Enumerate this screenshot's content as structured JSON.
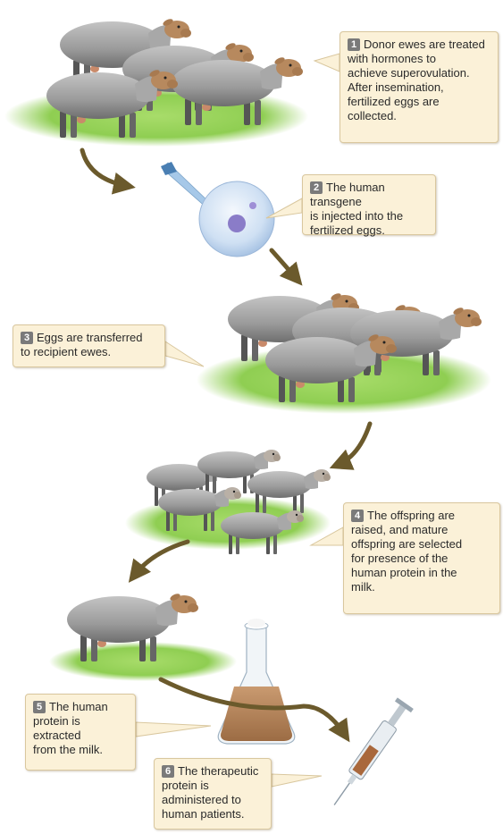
{
  "steps": [
    {
      "number": "1",
      "lines": [
        "Donor ewes are treated",
        "with hormones to",
        "achieve superovulation.",
        "After insemination,",
        "fertilized eggs are",
        "collected."
      ]
    },
    {
      "number": "2",
      "lines": [
        "The human transgene",
        "is injected into the",
        "fertilized eggs."
      ]
    },
    {
      "number": "3",
      "lines": [
        "Eggs are transferred",
        "to recipient ewes."
      ]
    },
    {
      "number": "4",
      "lines": [
        "The offspring are",
        "raised, and mature",
        "offspring are selected",
        "for presence of the",
        "human protein in the",
        "milk."
      ]
    },
    {
      "number": "5",
      "lines": [
        "The human",
        "protein is",
        "extracted",
        "from the milk."
      ]
    },
    {
      "number": "6",
      "lines": [
        "The therapeutic",
        "protein is",
        "administered to",
        "human patients."
      ]
    }
  ],
  "colors": {
    "callout_fill": "#fbf1d8",
    "callout_border": "#d9c79e",
    "step_badge": "#7a7a7a",
    "arrow": "#6b5a2c",
    "grass": "#8fce52",
    "sheep_body": "#9a9a9a",
    "sheep_face": "#b7895e",
    "egg": "#cfe0f3",
    "flask_liquid": "#b88660"
  }
}
